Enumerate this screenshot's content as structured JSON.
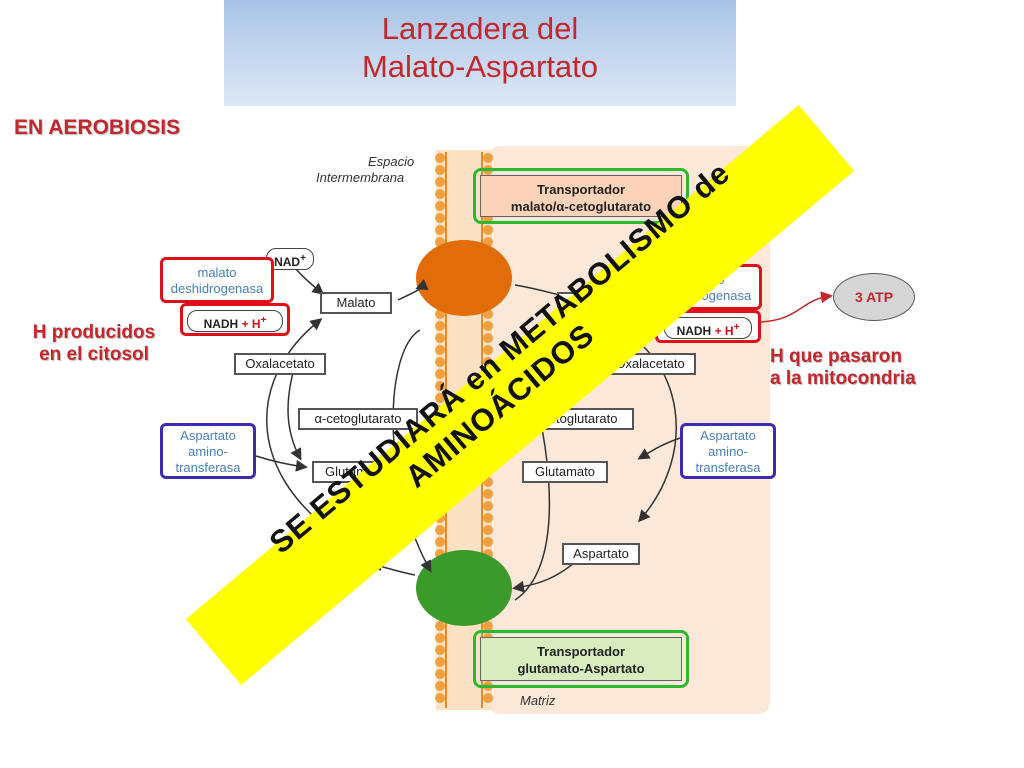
{
  "title": {
    "line1": "Lanzadera del",
    "line2": "Malato-Aspartato"
  },
  "subtitle": "EN  AEROBIOSIS",
  "notes": {
    "cytosol_line1": "H producidos",
    "cytosol_line2": "en el citosol",
    "mito_line1": "H que pasaron",
    "mito_line2": "a la mitocondria"
  },
  "atp": "3 ATP",
  "stamp": {
    "line1": "SE ESTUDIARÁ en METABOLISMO de",
    "line2": "AMINOÁCIDOS"
  },
  "diagram": {
    "espacio_line1": "Espacio",
    "espacio_line2": "Intermembrana",
    "matriz": "Matriz",
    "transporter_top_line1": "Transportador",
    "transporter_top_line2": "malato/α-cetoglutarato",
    "transporter_bottom_line1": "Transportador",
    "transporter_bottom_line2": "glutamato-Aspartato",
    "nad": "NAD",
    "nad_sup": "+",
    "nadh": "NADH",
    "h_plus": " + H",
    "h_sup": "+",
    "mdh_line1": "malato",
    "mdh_line2": "deshidrogenasa",
    "aat_line1": "Aspartato",
    "aat_line2": "amino-",
    "aat_line3": "transferasa",
    "malato": "Malato",
    "oxalacetato": "Oxalacetato",
    "cetoglutarato": "α-cetoglutarato",
    "glutamato": "Glutamato",
    "aspartato": "Aspartato"
  },
  "colors": {
    "title": "#c1272d",
    "stamp": "#ffff00",
    "membrane": "#f0a040",
    "matrix_bg": "#fbe8d8",
    "transporter_top": "#e36c0a",
    "transporter_bottom": "#3a9a2a"
  }
}
